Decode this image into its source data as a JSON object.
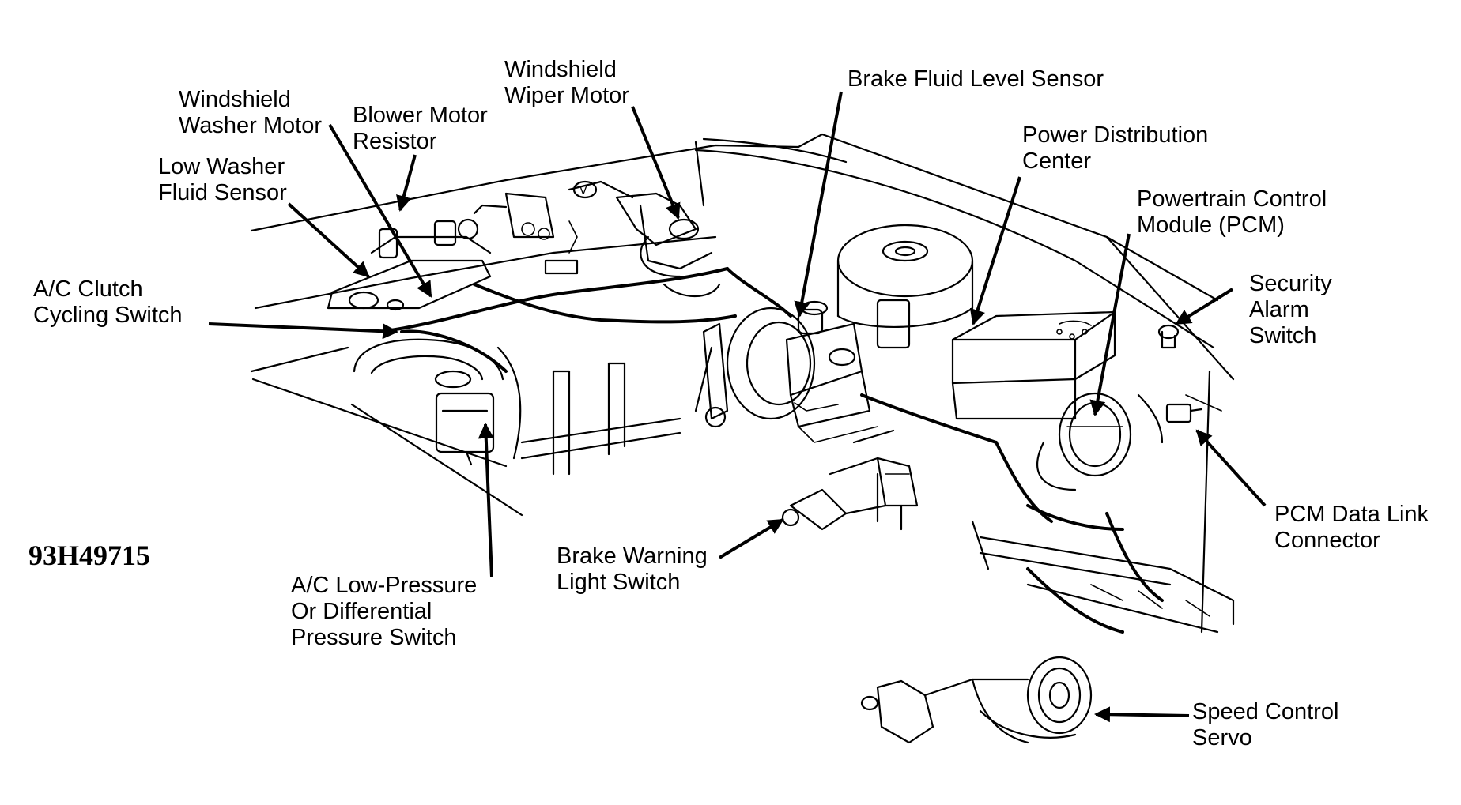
{
  "figure_code": "93H49715",
  "labels": {
    "windshield_washer_motor": "Windshield\nWasher Motor",
    "blower_motor_resistor": "Blower Motor\nResistor",
    "windshield_wiper_motor": "Windshield\nWiper Motor",
    "brake_fluid_level_sensor": "Brake Fluid Level Sensor",
    "power_distribution_center": "Power Distribution\nCenter",
    "low_washer_fluid_sensor": "Low Washer\nFluid Sensor",
    "powertrain_control_module": "Powertrain Control\nModule (PCM)",
    "ac_clutch_cycling_switch": "A/C Clutch\nCycling Switch",
    "security_alarm_switch": "Security\nAlarm\nSwitch",
    "pcm_data_link_connector": "PCM Data Link\nConnector",
    "brake_warning_light_switch": "Brake Warning\nLight Switch",
    "ac_low_pressure_switch": "A/C Low-Pressure\nOr Differential\nPressure Switch",
    "speed_control_servo": "Speed Control\nServo"
  }
}
